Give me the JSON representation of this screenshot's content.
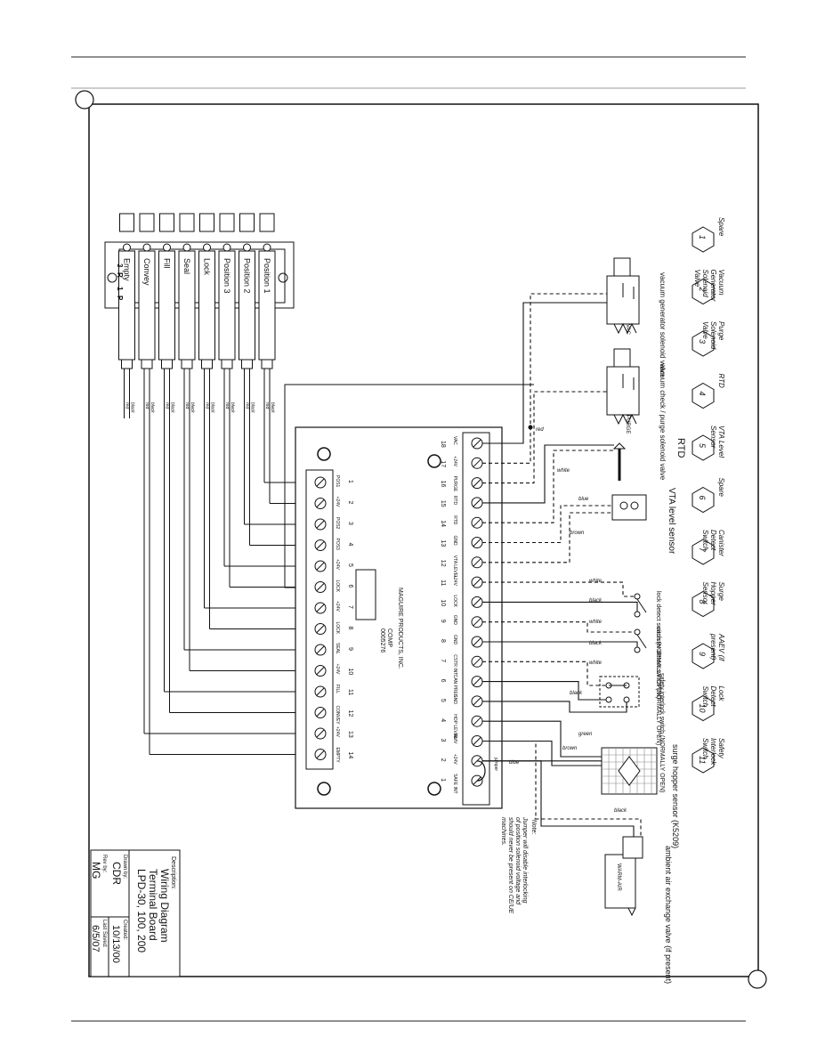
{
  "diagram": {
    "title_block": {
      "description_label": "Description:",
      "description_lines": [
        "Wiring Diagram",
        "Terminal Board",
        "LPD-30, 100, 200"
      ],
      "drawn_by_label": "Drawn by:",
      "drawn_by": "CDR",
      "created_label": "Created:",
      "created": "10/13/00",
      "rev_by_label": "Rev by:",
      "rev_by": "MG",
      "last_saved_label": "Last Saved:",
      "last_saved": "6/5/07"
    },
    "board": {
      "maker": "MAGUIRE PRODUCTS, INC.",
      "comp_label": "COMP",
      "part_number": "0005276"
    },
    "left_terminals": [
      {
        "num": "1",
        "label": "POS1"
      },
      {
        "num": "2",
        "label": "+24V"
      },
      {
        "num": "3",
        "label": "POS2"
      },
      {
        "num": "4",
        "label": "POS3"
      },
      {
        "num": "5",
        "label": "+24V"
      },
      {
        "num": "6",
        "label": "LOCK"
      },
      {
        "num": "7",
        "label": "+24V"
      },
      {
        "num": "8",
        "label": "LOCK"
      },
      {
        "num": "9",
        "label": "SEAL"
      },
      {
        "num": "10",
        "label": "+24V"
      },
      {
        "num": "11",
        "label": "FILL"
      },
      {
        "num": "12",
        "label": "CONVEY"
      },
      {
        "num": "13",
        "label": "+24V"
      },
      {
        "num": "14",
        "label": "EMPTY"
      }
    ],
    "right_terminals": [
      {
        "num": "18",
        "label": "VAC"
      },
      {
        "num": "17",
        "label": "+24V"
      },
      {
        "num": "16",
        "label": "PURGE"
      },
      {
        "num": "15",
        "label": "RTD"
      },
      {
        "num": "14",
        "label": "RTD"
      },
      {
        "num": "13",
        "label": "GND"
      },
      {
        "num": "12",
        "label": "VTA LEVEL"
      },
      {
        "num": "11",
        "label": "+24V"
      },
      {
        "num": "10",
        "label": "LOCK"
      },
      {
        "num": "9",
        "label": "GND"
      },
      {
        "num": "8",
        "label": "GND"
      },
      {
        "num": "7",
        "label": "CSTR INT"
      },
      {
        "num": "6",
        "label": "CAN PRES"
      },
      {
        "num": "5",
        "label": "GND"
      },
      {
        "num": "4",
        "label": "HOP LEVEL"
      },
      {
        "num": "3",
        "label": "AMV"
      },
      {
        "num": "2",
        "label": "+24V"
      },
      {
        "num": "1",
        "label": "SAFE INT"
      }
    ],
    "connector_labels": [
      "Position 1",
      "Position 2",
      "Position 3",
      "Lock",
      "Seal",
      "Fill",
      "Convey",
      "Empty"
    ],
    "connector_header": [
      "3",
      "R",
      "1",
      "P"
    ],
    "wire_labels": [
      "black",
      "red"
    ],
    "components": [
      "vacuum generator solenoid valve",
      "vacuum check / purge solenoid valve",
      "RTD",
      "VTA level sensor",
      "lock detect switch (NORMALLY OPEN)",
      "canister detect switch (NORMALLY OPEN)",
      "safety interlock switch (NORMALLY OPEN)",
      "surge hopper sensor (K5209)",
      "ambient air exchange valve (if present)"
    ],
    "wire_colors": [
      "white",
      "blue",
      "brown",
      "green",
      "black",
      "red"
    ],
    "callouts": [
      {
        "num": "1",
        "label": "Spare"
      },
      {
        "num": "2",
        "label": "Vacuum Generator Solenoid Valve"
      },
      {
        "num": "3",
        "label": "Purge Solenoid Valve"
      },
      {
        "num": "4",
        "label": "RTD"
      },
      {
        "num": "5",
        "label": "VTA Level Sensor"
      },
      {
        "num": "6",
        "label": "Spare"
      },
      {
        "num": "7",
        "label": "Canister Detect Switch"
      },
      {
        "num": "8",
        "label": "Surge Hopper Sensor"
      },
      {
        "num": "9",
        "label": "AAEV (if present)"
      },
      {
        "num": "10",
        "label": "Lock Detect Switch"
      },
      {
        "num": "11",
        "label": "Safety Interlock Switch"
      }
    ],
    "note": {
      "heading": "*Note:",
      "lines": [
        "Jumper will disable interlocking",
        "of position solenoid voltage and",
        "should never be present on CE/UE",
        "machines."
      ]
    },
    "valve_labels": {
      "vac": "VAC",
      "purge": "PURGE",
      "aaev": "WARM-AIR"
    },
    "jumper_label": "jumper"
  }
}
